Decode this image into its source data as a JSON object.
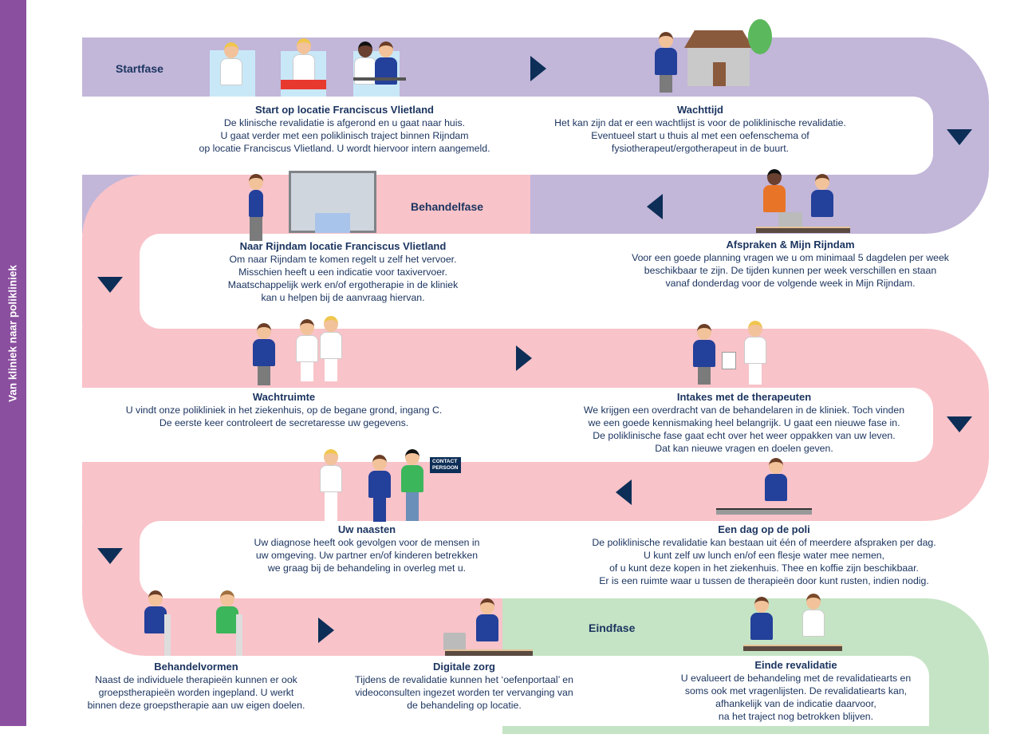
{
  "sidebar_title": "Van kliniek naar polikliniek",
  "phases": {
    "start": "Startfase",
    "behandel": "Behandelfase",
    "eind": "Eindfase"
  },
  "contact_badge": {
    "line1": "CONTACT",
    "line2": "PERSOON"
  },
  "colors": {
    "sidebar": "#8b4f9f",
    "startfase": "#c2b6d9",
    "behandelfase": "#f8c3c9",
    "eindfase": "#c5e4c5",
    "navy": "#0c2e57"
  },
  "steps": [
    {
      "title": "Start op locatie Franciscus Vlietland",
      "lines": [
        "De klinische revalidatie is afgerond en u gaat naar huis.",
        "U gaat verder met een poliklinisch traject binnen Rijndam",
        "op locatie Franciscus Vlietland. U wordt hiervoor intern aangemeld."
      ]
    },
    {
      "title": "Wachttijd",
      "lines": [
        "Het kan zijn dat er een wachtlijst is voor de poliklinische revalidatie.",
        "Eventueel start u thuis al met een oefenschema of",
        "fysiotherapeut/ergotherapeut in de buurt."
      ]
    },
    {
      "title": "Afspraken & Mijn Rijndam",
      "lines": [
        "Voor een goede planning vragen we u om minimaal 5 dagdelen per week",
        "beschikbaar te zijn. De tijden kunnen per week verschillen en staan",
        "vanaf donderdag voor de volgende week in Mijn Rijndam."
      ]
    },
    {
      "title": "Naar Rijndam locatie Franciscus Vlietland",
      "lines": [
        "Om naar Rijndam te komen regelt u zelf het vervoer.",
        "Misschien heeft u een indicatie voor taxivervoer.",
        "Maatschappelijk werk en/of ergotherapie in de kliniek",
        "kan u helpen bij de aanvraag hiervan."
      ]
    },
    {
      "title": "Wachtruimte",
      "lines": [
        "U vindt onze polikliniek in het ziekenhuis, op de begane grond, ingang C.",
        "De eerste keer controleert de secretaresse uw gegevens."
      ]
    },
    {
      "title": "Intakes met de therapeuten",
      "lines": [
        "We krijgen een overdracht van de behandelaren in de kliniek. Toch vinden",
        "we een goede kennismaking heel belangrijk. U gaat een nieuwe fase in.",
        "De poliklinische fase gaat echt over het weer oppakken van uw leven.",
        "Dat kan nieuwe vragen en doelen geven."
      ]
    },
    {
      "title": "Een dag op de poli",
      "lines": [
        "De poliklinische revalidatie kan bestaan uit één of meerdere afspraken per dag.",
        "U kunt zelf uw lunch en/of een flesje water mee nemen,",
        "of u kunt deze kopen in het ziekenhuis. Thee en koffie zijn beschikbaar.",
        "Er is een ruimte waar u tussen de therapieën door kunt rusten, indien nodig."
      ]
    },
    {
      "title": "Uw naasten",
      "lines": [
        "Uw diagnose heeft ook gevolgen voor de mensen in",
        "uw omgeving. Uw partner en/of kinderen betrekken",
        "we graag bij de behandeling in overleg met u."
      ]
    },
    {
      "title": "Behandelvormen",
      "lines": [
        "Naast de individuele therapieën kunnen er ook",
        "groepstherapieën worden ingepland. U werkt",
        "binnen deze groepstherapie aan uw eigen doelen."
      ]
    },
    {
      "title": "Digitale zorg",
      "lines": [
        "Tijdens de revalidatie kunnen het ‘oefenportaal’ en",
        "videoconsulten ingezet worden ter vervanging van",
        "de behandeling op locatie."
      ]
    },
    {
      "title": "Einde revalidatie",
      "lines": [
        "U evalueert de behandeling met de revalidatiearts en",
        "soms ook met vragenlijsten. De revalidatiearts kan,",
        "afhankelijk van de indicatie daarvoor,",
        "na het traject nog betrokken blijven."
      ]
    }
  ]
}
